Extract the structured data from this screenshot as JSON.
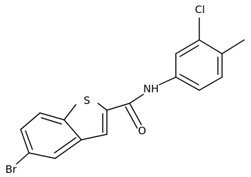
{
  "molecule": {
    "atoms": {
      "chlorine": "Cl",
      "amide_nitrogen": "NH",
      "thiophene_sulfur": "S",
      "carbonyl_oxygen": "O",
      "bromine": "Br"
    }
  }
}
